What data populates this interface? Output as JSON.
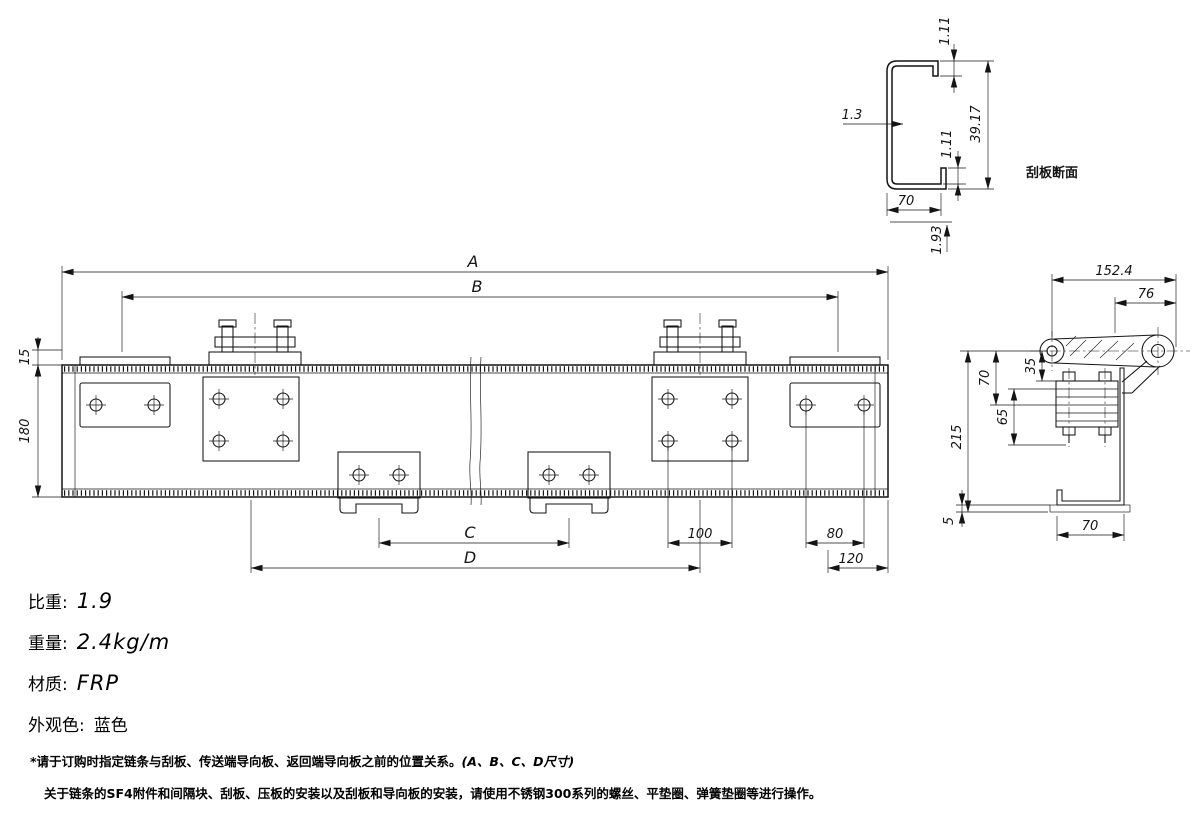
{
  "cross_section": {
    "caption": "刮板断面",
    "dims": {
      "thickness": "1.3",
      "top_lip": "1.11",
      "mid_lip": "1.11",
      "height": "39.17",
      "width": "70",
      "bottom_thickness": "1.93"
    }
  },
  "front_view": {
    "dims": {
      "overall": "A",
      "inner_span": "B",
      "center_span": "C",
      "plate_span": "D",
      "edge_offset": "15",
      "height": "180",
      "hole_spacing": "100",
      "end_hole_spacing": "80",
      "end_span": "120"
    }
  },
  "side_view": {
    "dims": {
      "overall_width": "152.4",
      "link_width": "76",
      "upper_height": "70",
      "pin_offset": "35",
      "block_height": "65",
      "overall_height": "215",
      "foot_thickness": "5",
      "foot_width": "70"
    }
  },
  "specs": [
    {
      "label": "比重:",
      "value": "1.9"
    },
    {
      "label": "重量:",
      "value": "2.4kg/m"
    },
    {
      "label": "材质:",
      "value": "FRP"
    },
    {
      "label": "外观色:",
      "value": "蓝色"
    }
  ],
  "notes": {
    "note1": "*请于订购时指定链条与刮板、传送端导向板、返回端导向板之前的位置关系。",
    "note1_suffix": "(A、B、C、D尺寸)",
    "note2": "关于链条的SF4附件和间隔块、刮板、压板的安装以及刮板和导向板的安装，请使用不锈钢300系列的螺丝、平垫圈、弹簧垫圈等进行操作。"
  }
}
